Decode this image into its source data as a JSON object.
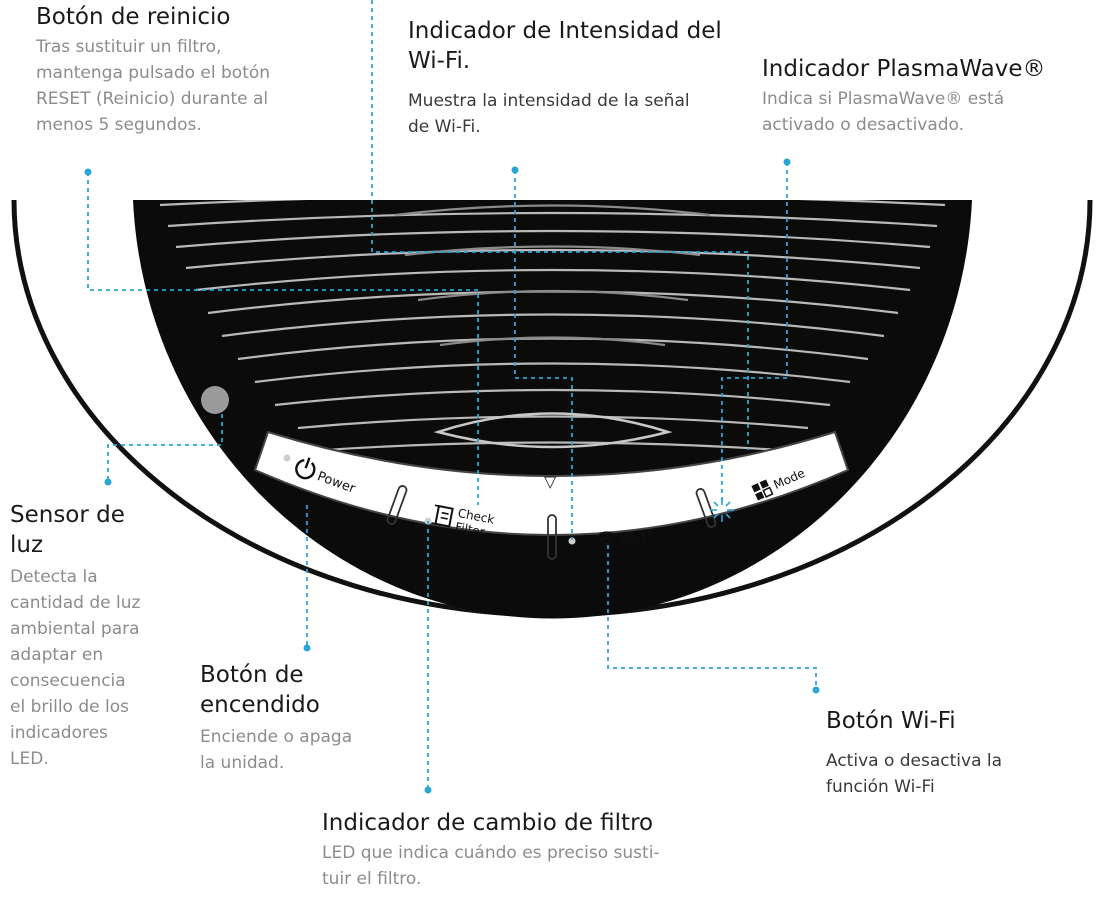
{
  "callouts": {
    "reset": {
      "title": "Botón de reinicio",
      "lines": [
        "Tras sustituir un filtro,",
        "mantenga pulsado el botón",
        "RESET (Reinicio) durante al",
        "menos 5 segundos."
      ]
    },
    "wifi_indicator": {
      "title_lines": [
        "Indicador de Intensidad del",
        "Wi-Fi."
      ],
      "lines": [
        "Muestra la intensidad de la señal",
        "de Wi-Fi."
      ]
    },
    "plasmawave": {
      "title": "Indicador PlasmaWave®",
      "lines": [
        "Indica si PlasmaWave® está",
        "activado o desactivado."
      ]
    },
    "light_sensor": {
      "title_lines": [
        "Sensor de",
        "luz"
      ],
      "lines": [
        "Detecta la",
        "cantidad de luz",
        "ambiental para",
        "adaptar en",
        "consecuencia",
        "el brillo de los",
        "indicadores",
        "LED."
      ]
    },
    "power": {
      "title_lines": [
        "Botón de",
        "encendido"
      ],
      "lines": [
        "Enciende o apaga",
        "la unidad."
      ]
    },
    "wifi_button": {
      "title": "Botón Wi-Fi",
      "lines": [
        "Activa o desactiva la",
        "función Wi-Fi"
      ]
    },
    "filter": {
      "title": "Indicador de cambio de filtro",
      "lines": [
        "LED que indica cuándo es preciso susti-",
        "tuir el filtro."
      ]
    }
  },
  "panel": {
    "power_label": "Power",
    "check_label": "Check",
    "filter_label": "Filter",
    "wifi_label": "Wi-Fi",
    "mode_label": "Mode",
    "arrow_glyph": "▽"
  },
  "colors": {
    "leader": "#2aa6d6",
    "title": "#1a1a1a",
    "desc": "#8c8c8c",
    "device_dark": "#0b0b0b",
    "sensor": "#9a9a9a"
  },
  "icons": [
    "power-icon",
    "filter-icon",
    "wifi-icon",
    "mode-icon",
    "plasmawave-icon",
    "arrow-down-icon"
  ]
}
